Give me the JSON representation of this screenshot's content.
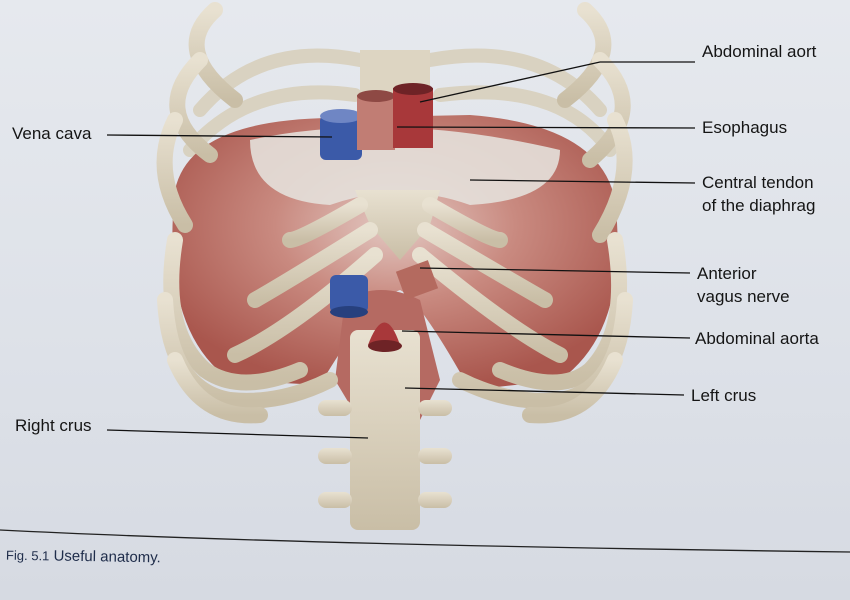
{
  "labels": {
    "abdominal_aorta_top": "Abdominal aort",
    "vena_cava": "Vena cava",
    "esophagus": "Esophagus",
    "central_tendon_line1": "Central tendon",
    "central_tendon_line2": "of the diaphrag",
    "anterior_vagus_line1": "Anterior",
    "anterior_vagus_line2": "vagus nerve",
    "abdominal_aorta": "Abdominal aorta",
    "left_crus": "Left crus",
    "right_crus": "Right crus"
  },
  "caption": {
    "fig": "Fig. 5.1",
    "text": "Useful anatomy."
  },
  "colors": {
    "muscle": "#b8675e",
    "bone": "#d9d0bc",
    "vein": "#3b5aa8",
    "artery": "#a8383a",
    "tendon": "#e6e2dc"
  }
}
